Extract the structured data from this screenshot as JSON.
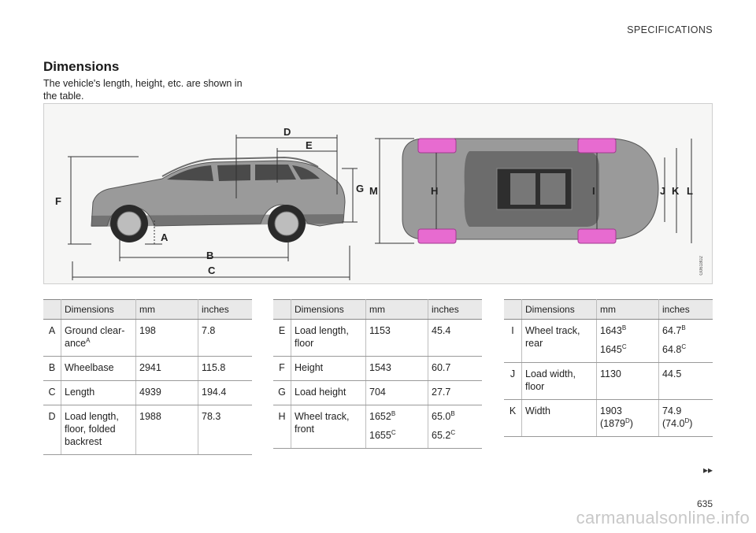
{
  "header": {
    "section": "SPECIFICATIONS"
  },
  "title": "Dimensions",
  "intro": "The vehicle's length, height, etc. are shown in the table.",
  "figure": {
    "code": "G061802",
    "labels": {
      "A": "A",
      "B": "B",
      "C": "C",
      "D": "D",
      "E": "E",
      "F": "F",
      "G": "G",
      "H": "H",
      "I": "I",
      "J": "J",
      "K": "K",
      "L": "L",
      "M": "M"
    },
    "colors": {
      "car_body": "#8e8e8e",
      "tire_marker": "#e76bd0",
      "dim_line": "#333333"
    }
  },
  "table1": {
    "headers": [
      "Dimensions",
      "mm",
      "inches"
    ],
    "rows": [
      {
        "key": "A",
        "name": "Ground clear-ance",
        "name_note": "A",
        "mm": "198",
        "inches": "7.8"
      },
      {
        "key": "B",
        "name": "Wheelbase",
        "mm": "2941",
        "inches": "115.8"
      },
      {
        "key": "C",
        "name": "Length",
        "mm": "4939",
        "inches": "194.4"
      },
      {
        "key": "D",
        "name": "Load length, floor, folded backrest",
        "mm": "1988",
        "inches": "78.3"
      }
    ]
  },
  "table2": {
    "headers": [
      "Dimensions",
      "mm",
      "inches"
    ],
    "rows": [
      {
        "key": "E",
        "name": "Load length, floor",
        "mm": "1153",
        "inches": "45.4"
      },
      {
        "key": "F",
        "name": "Height",
        "mm": "1543",
        "inches": "60.7"
      },
      {
        "key": "G",
        "name": "Load height",
        "mm": "704",
        "inches": "27.7"
      },
      {
        "key": "H",
        "name": "Wheel track, front",
        "mm_1": "1652",
        "mm_1_note": "B",
        "mm_2": "1655",
        "mm_2_note": "C",
        "in_1": "65.0",
        "in_1_note": "B",
        "in_2": "65.2",
        "in_2_note": "C"
      }
    ]
  },
  "table3": {
    "headers": [
      "Dimensions",
      "mm",
      "inches"
    ],
    "rows": [
      {
        "key": "I",
        "name": "Wheel track, rear",
        "mm_1": "1643",
        "mm_1_note": "B",
        "mm_2": "1645",
        "mm_2_note": "C",
        "in_1": "64.7",
        "in_1_note": "B",
        "in_2": "64.8",
        "in_2_note": "C"
      },
      {
        "key": "J",
        "name": "Load width, floor",
        "mm": "1130",
        "inches": "44.5"
      },
      {
        "key": "K",
        "name": "Width",
        "mm": "1903",
        "mm_alt": "(1879",
        "mm_alt_note": "D",
        "mm_alt_close": ")",
        "inches": "74.9",
        "in_alt": "(74.0",
        "in_alt_note": "D",
        "in_alt_close": ")"
      }
    ]
  },
  "footer": {
    "continue": "▸▸",
    "page": "635"
  },
  "watermark": "carmanualsonline.info"
}
